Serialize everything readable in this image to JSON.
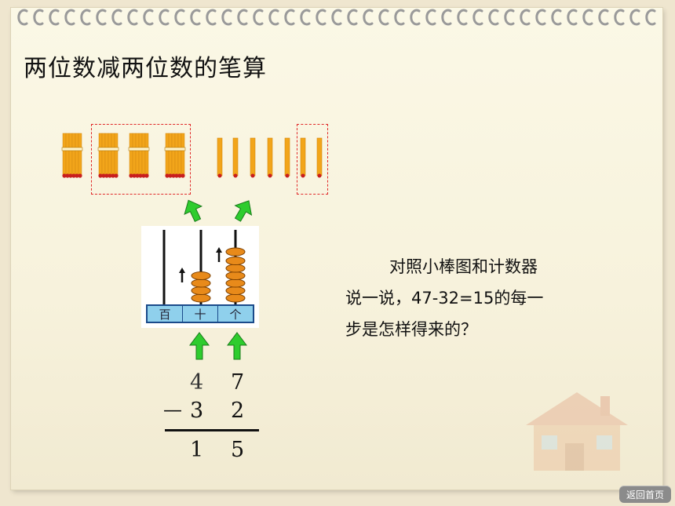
{
  "slide": {
    "title": "两位数减两位数的笔算",
    "question_line1": "对照小棒图和计数器",
    "question_line2": "说一说，47-32=15的每一",
    "question_line3": "步是怎样得来的？"
  },
  "abacus": {
    "labels": [
      "百",
      "十",
      "个"
    ],
    "tens_beads": 4,
    "ones_beads": 7
  },
  "calculation": {
    "minuend": [
      "4",
      "7"
    ],
    "operator": "—",
    "subtrahend": [
      "3",
      "2"
    ],
    "result": [
      "1",
      "5"
    ]
  },
  "sticks": {
    "bundles": 4,
    "singles": 7
  },
  "nav": {
    "back_label": "返回首页"
  },
  "colors": {
    "arrow": "#2ecc2e",
    "dash": "#e02828",
    "bead": "#e88a1a",
    "stick": "#f2a51a"
  }
}
